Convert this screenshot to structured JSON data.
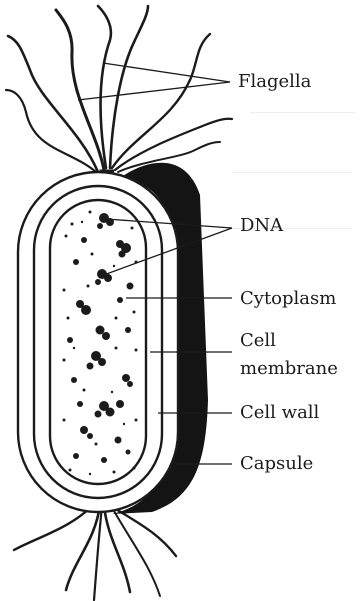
{
  "diagram": {
    "labels": {
      "flagella": "Flagella",
      "dna": "DNA",
      "cytoplasm": "Cytoplasm",
      "cell_membrane_line1": "Cell",
      "cell_membrane_line2": "membrane",
      "cell_wall": "Cell wall",
      "capsule": "Capsule"
    },
    "colors": {
      "ink": "#1b1b1b",
      "paper": "#ffffff"
    }
  }
}
